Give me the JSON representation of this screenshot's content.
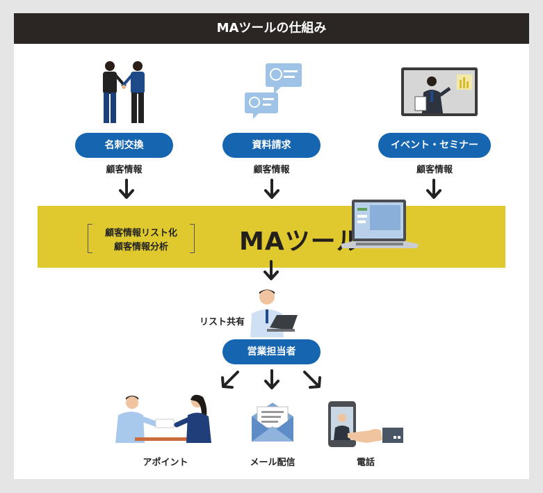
{
  "header": {
    "title": "MAツールの仕組み"
  },
  "sources": [
    {
      "label": "名刺交換",
      "caption": "顧客情報"
    },
    {
      "label": "資料請求",
      "caption": "顧客情報"
    },
    {
      "label": "イベント・セミナー",
      "caption": "顧客情報"
    }
  ],
  "ma_tool": {
    "title": "MAツール",
    "functions": [
      "顧客情報リスト化",
      "顧客情報分析"
    ]
  },
  "sales": {
    "share_label": "リスト共有",
    "role": "営業担当者"
  },
  "outputs": [
    {
      "label": "アポイント"
    },
    {
      "label": "メール配信"
    },
    {
      "label": "電話"
    }
  ],
  "colors": {
    "header": "#2b2523",
    "pill": "#1565b0",
    "band": "#e0c92e",
    "arrow": "#222222"
  }
}
